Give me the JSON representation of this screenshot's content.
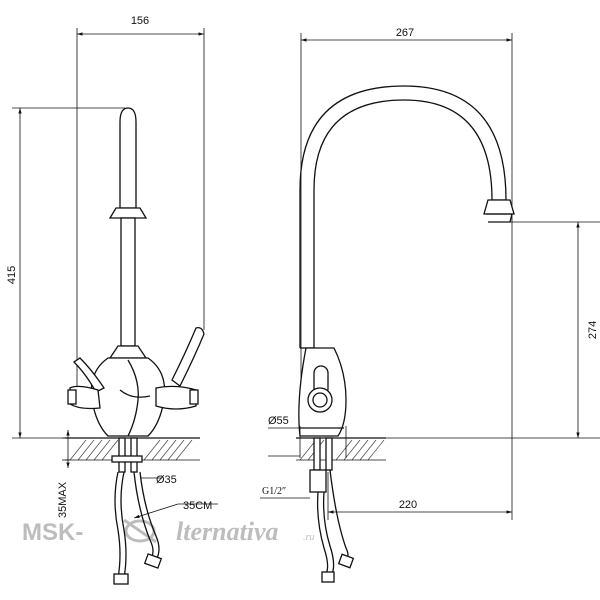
{
  "drawing": {
    "left_view": {
      "width_label": "156",
      "height_label": "415",
      "thread_label": "Ø35",
      "hose_label": "35CM",
      "max_label": "35MAX"
    },
    "right_view": {
      "reach_label": "267",
      "spout_height_label": "274",
      "base_label": "Ø55",
      "thread_label": "G1/2″",
      "offset_label": "220"
    }
  },
  "watermark": {
    "brand_left": "MSK-",
    "brand_right": "lternativa",
    "suffix": ".ru"
  }
}
